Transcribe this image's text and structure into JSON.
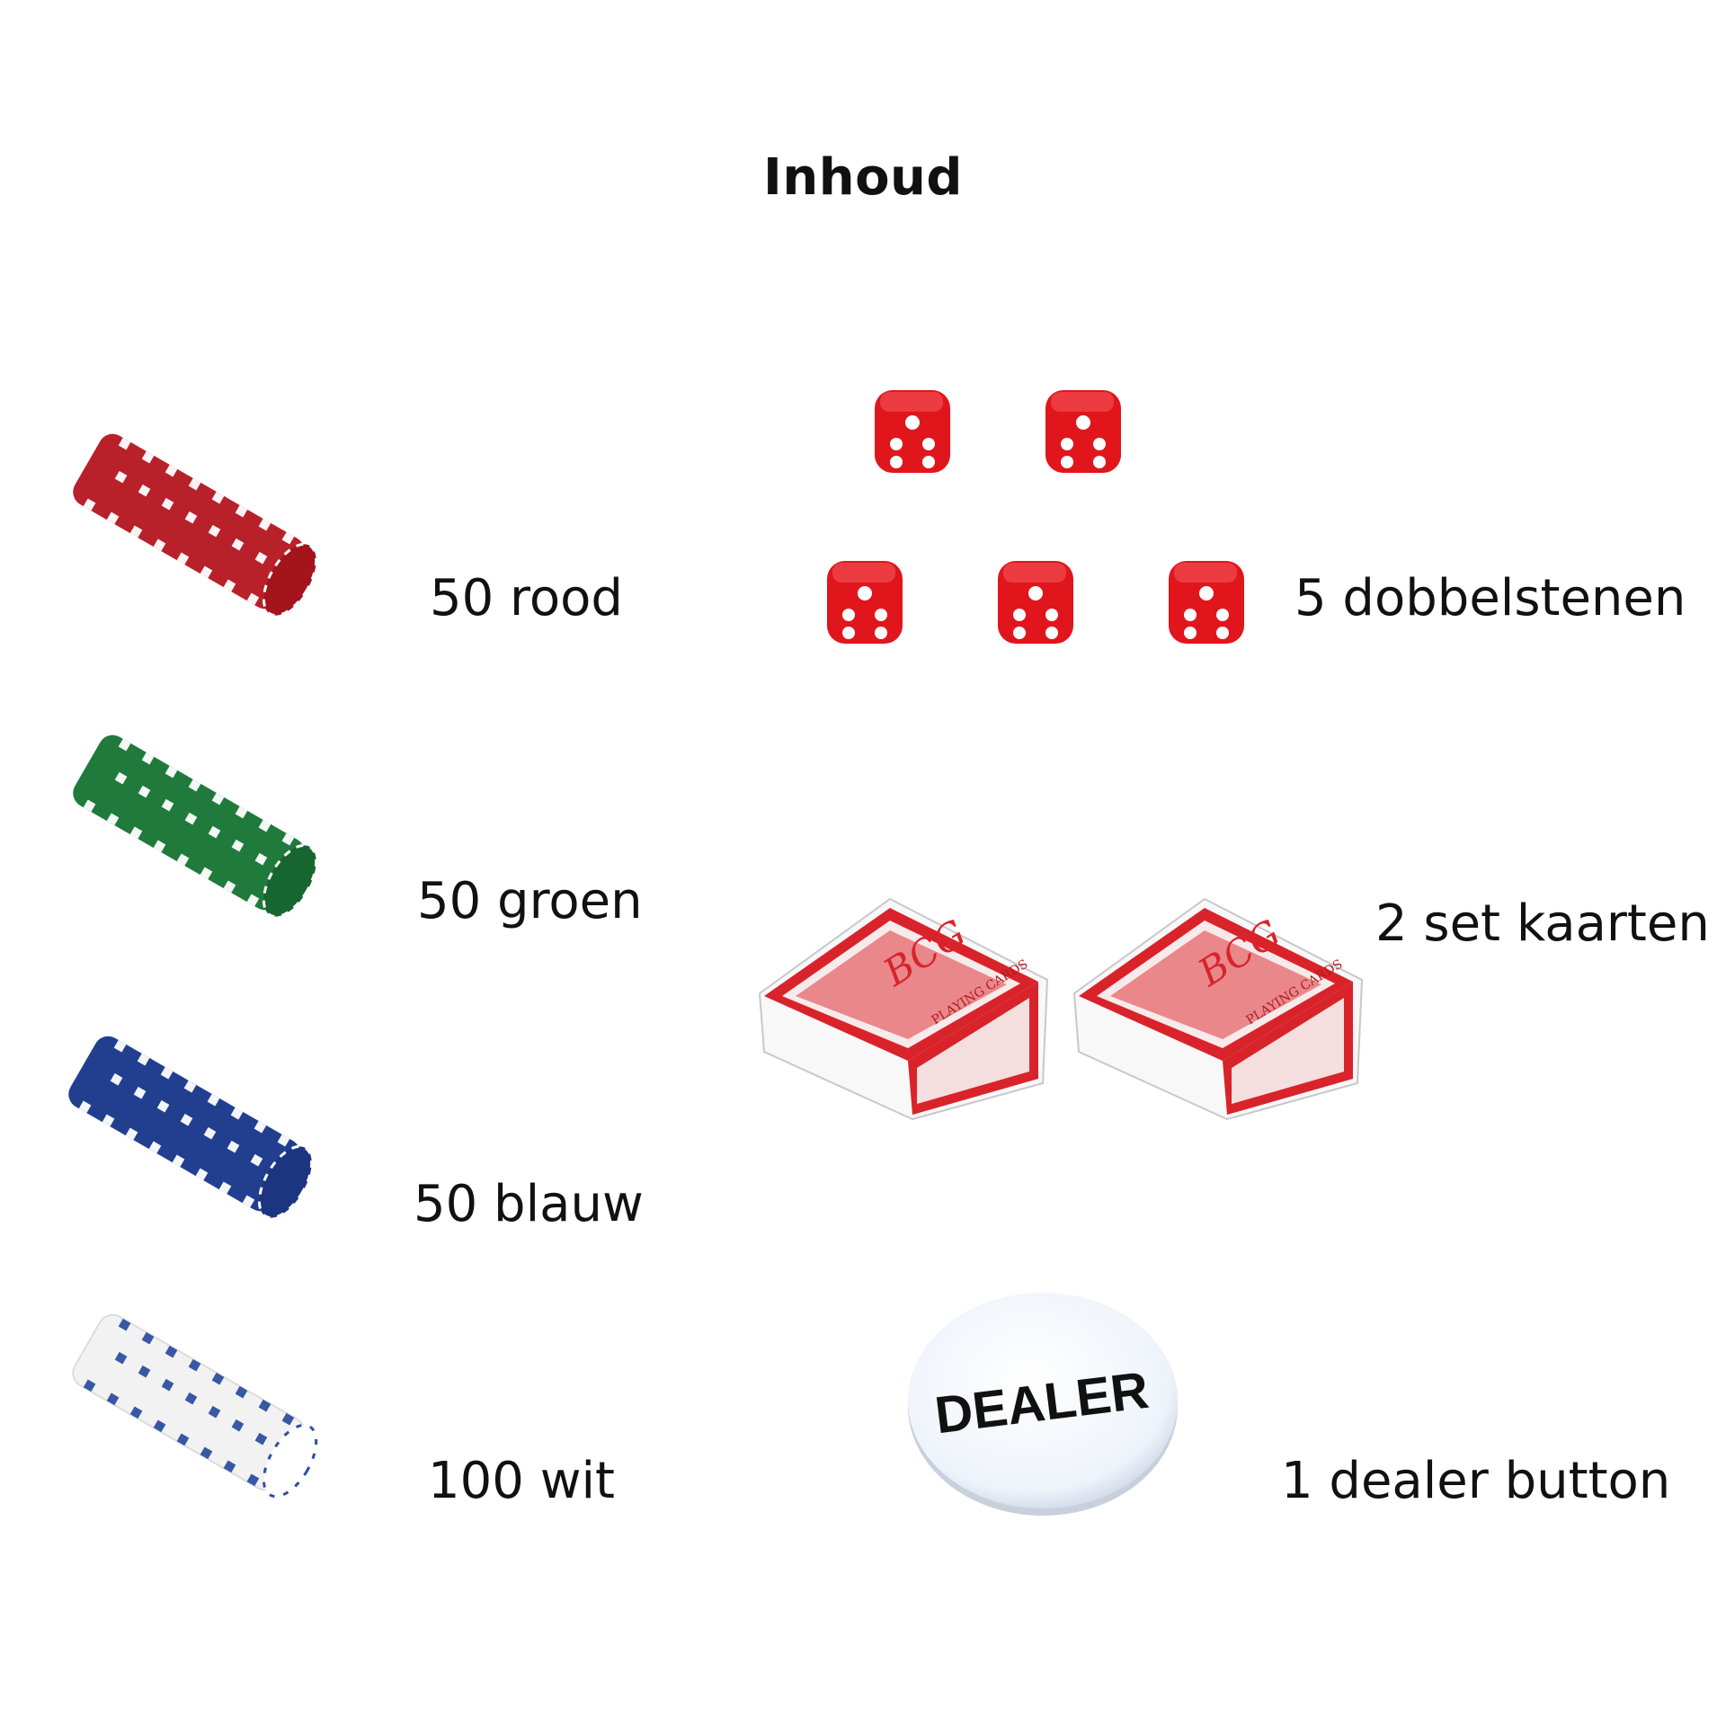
{
  "title": "Inhoud",
  "items": {
    "red_chips": {
      "label": "50 rood",
      "color": "#b8202a"
    },
    "green_chips": {
      "label": "50 groen",
      "color": "#1f7a3c"
    },
    "blue_chips": {
      "label": "50 blauw",
      "color": "#223f8f"
    },
    "white_chips": {
      "label": "100 wit",
      "color": "#f2f2f2",
      "accent": "#2f4fa0"
    },
    "dice": {
      "label": "5 dobbelstenen",
      "color": "#e0161c",
      "count": 5
    },
    "cards": {
      "label": "2 set kaarten",
      "color": "#d9232b",
      "count": 2,
      "brand": "BCG",
      "subtitle": "PLAYING CARDS"
    },
    "dealer_button": {
      "label": "1 dealer button",
      "text": "DEALER"
    }
  }
}
